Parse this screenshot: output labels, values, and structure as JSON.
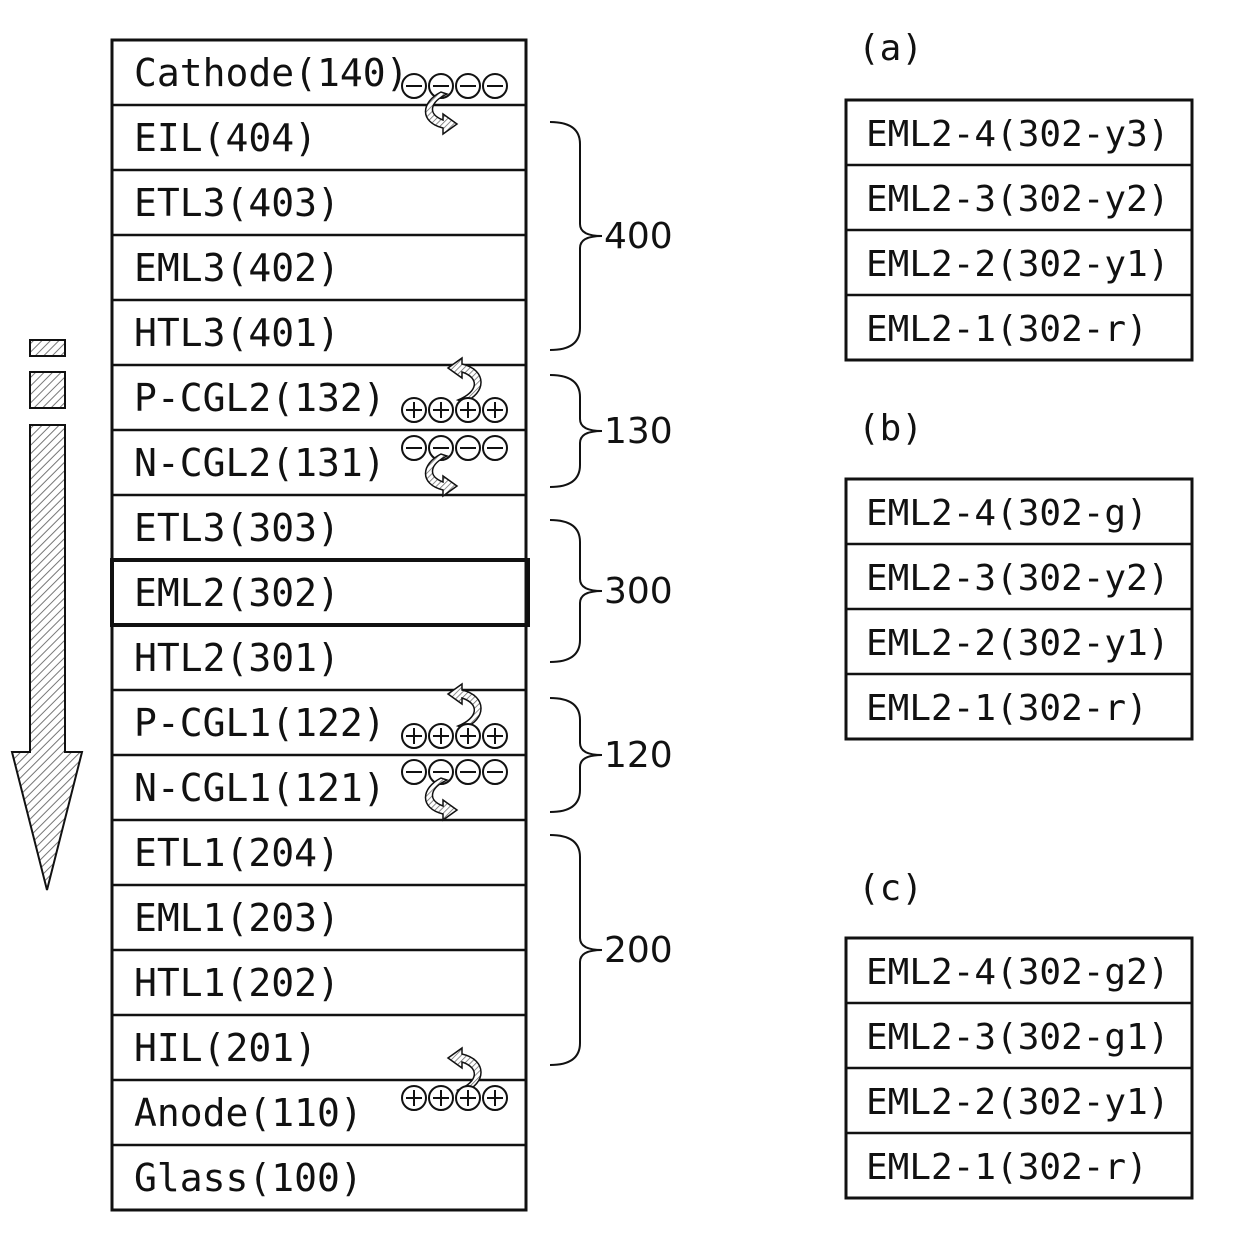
{
  "stack": {
    "layers": [
      {
        "label": "Cathode(140)"
      },
      {
        "label": "EIL(404)"
      },
      {
        "label": "ETL3(403)"
      },
      {
        "label": "EML3(402)"
      },
      {
        "label": "HTL3(401)"
      },
      {
        "label": "P-CGL2(132)"
      },
      {
        "label": "N-CGL2(131)"
      },
      {
        "label": "ETL3(303)"
      },
      {
        "label": "EML2(302)",
        "emphasized": true
      },
      {
        "label": "HTL2(301)"
      },
      {
        "label": "P-CGL1(122)"
      },
      {
        "label": "N-CGL1(121)"
      },
      {
        "label": "ETL1(204)"
      },
      {
        "label": "EML1(203)"
      },
      {
        "label": "HTL1(202)"
      },
      {
        "label": "HIL(201)"
      },
      {
        "label": "Anode(110)"
      },
      {
        "label": "Glass(100)"
      }
    ],
    "groups": [
      {
        "label": "400"
      },
      {
        "label": "130"
      },
      {
        "label": "300"
      },
      {
        "label": "120"
      },
      {
        "label": "200"
      }
    ],
    "charge_symbols": {
      "electron": "−",
      "hole": "+"
    }
  },
  "panels": [
    {
      "label": "(a)",
      "layers": [
        "EML2-4(302-y3)",
        "EML2-3(302-y2)",
        "EML2-2(302-y1)",
        "EML2-1(302-r)"
      ]
    },
    {
      "label": "(b)",
      "layers": [
        "EML2-4(302-g)",
        "EML2-3(302-y2)",
        "EML2-2(302-y1)",
        "EML2-1(302-r)"
      ]
    },
    {
      "label": "(c)",
      "layers": [
        "EML2-4(302-g2)",
        "EML2-3(302-g1)",
        "EML2-2(302-y1)",
        "EML2-1(302-r)"
      ]
    }
  ],
  "colors": {
    "line": "#111111",
    "hatch": "#888888",
    "background": "#ffffff"
  }
}
